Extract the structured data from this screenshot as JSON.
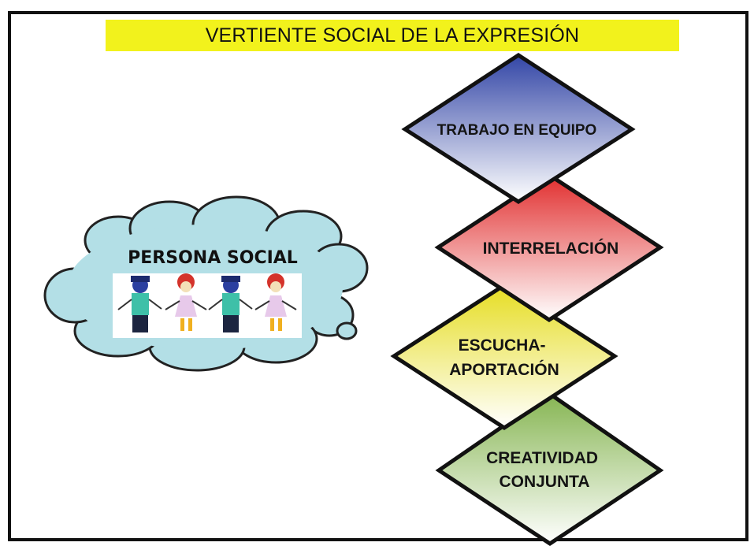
{
  "title": "VERTIENTE SOCIAL DE LA EXPRESIÓN",
  "cloud": {
    "label": "PERSONA SOCIAL"
  },
  "steps": [
    {
      "lines": [
        "TRABAJO EN EQUIPO"
      ],
      "color": "#3b4aa8"
    },
    {
      "lines": [
        "INTERRELACIÓN"
      ],
      "color": "#e33b3b"
    },
    {
      "lines": [
        "ESCUCHA-",
        "APORTACIÓN"
      ],
      "color": "#e8e030"
    },
    {
      "lines": [
        "CREATIVIDAD",
        "CONJUNTA"
      ],
      "color": "#8cb85a"
    }
  ],
  "colors": {
    "title_band": "#f2f21c",
    "cloud_fill": "#b3dfe6",
    "outline": "#111111"
  }
}
